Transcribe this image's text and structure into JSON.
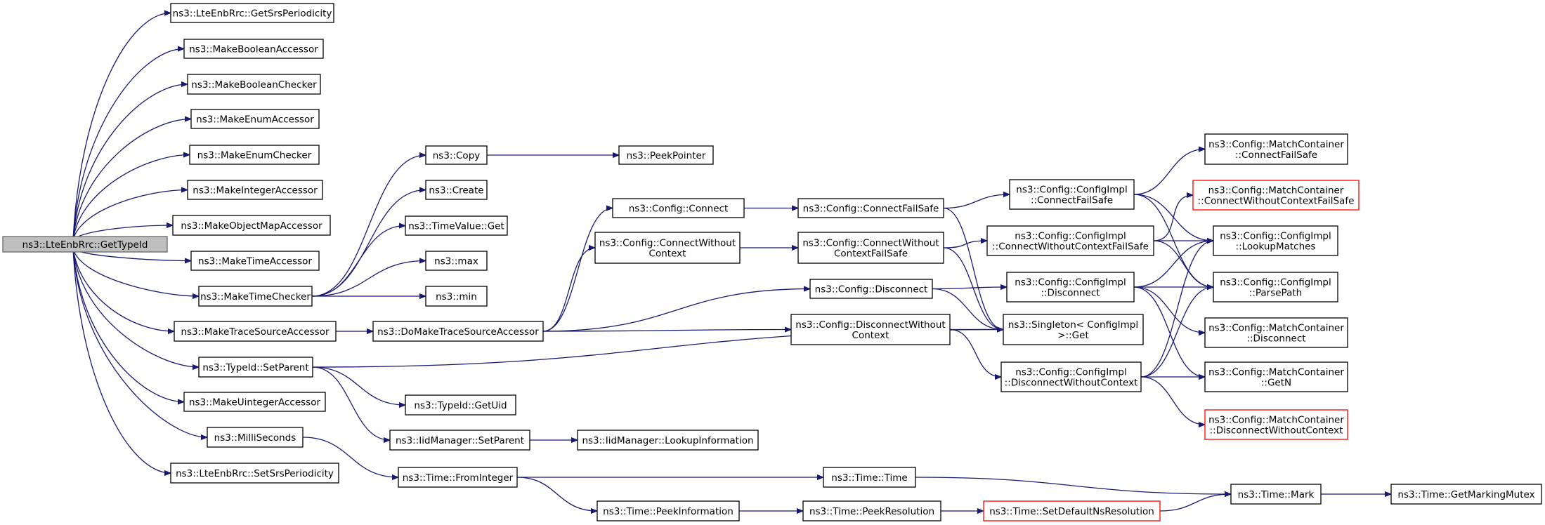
{
  "graph": {
    "root": "n0",
    "nodes": [
      {
        "id": "n0",
        "label": [
          "ns3::LteEnbRrc::GetTypeId"
        ],
        "style": "root"
      },
      {
        "id": "n1",
        "label": [
          "ns3::LteEnbRrc::GetSrsPeriodicity"
        ]
      },
      {
        "id": "n2",
        "label": [
          "ns3::MakeBooleanAccessor"
        ]
      },
      {
        "id": "n3",
        "label": [
          "ns3::MakeBooleanChecker"
        ]
      },
      {
        "id": "n4",
        "label": [
          "ns3::MakeEnumAccessor"
        ]
      },
      {
        "id": "n5",
        "label": [
          "ns3::MakeEnumChecker"
        ]
      },
      {
        "id": "n6",
        "label": [
          "ns3::MakeIntegerAccessor"
        ]
      },
      {
        "id": "n7",
        "label": [
          "ns3::MakeObjectMapAccessor"
        ]
      },
      {
        "id": "n8",
        "label": [
          "ns3::MakeTimeAccessor"
        ]
      },
      {
        "id": "n9",
        "label": [
          "ns3::MakeTimeChecker"
        ]
      },
      {
        "id": "n10",
        "label": [
          "ns3::MakeTraceSourceAccessor"
        ]
      },
      {
        "id": "n11",
        "label": [
          "ns3::TypeId::SetParent"
        ]
      },
      {
        "id": "n12",
        "label": [
          "ns3::MakeUintegerAccessor"
        ]
      },
      {
        "id": "n13",
        "label": [
          "ns3::MilliSeconds"
        ]
      },
      {
        "id": "n14",
        "label": [
          "ns3::LteEnbRrc::SetSrsPeriodicity"
        ]
      },
      {
        "id": "n15",
        "label": [
          "ns3::Copy"
        ]
      },
      {
        "id": "n16",
        "label": [
          "ns3::PeekPointer"
        ]
      },
      {
        "id": "n17",
        "label": [
          "ns3::Create"
        ]
      },
      {
        "id": "n18",
        "label": [
          "ns3::TimeValue::Get"
        ]
      },
      {
        "id": "n19",
        "label": [
          "ns3::max"
        ]
      },
      {
        "id": "n20",
        "label": [
          "ns3::min"
        ]
      },
      {
        "id": "n21",
        "label": [
          "ns3::DoMakeTraceSourceAccessor"
        ]
      },
      {
        "id": "n22",
        "label": [
          "ns3::Config::Connect"
        ]
      },
      {
        "id": "n23",
        "label": [
          "ns3::Config::ConnectWithout",
          "Context"
        ]
      },
      {
        "id": "n24",
        "label": [
          "ns3::Config::Disconnect"
        ]
      },
      {
        "id": "n25",
        "label": [
          "ns3::Config::DisconnectWithout",
          "Context"
        ]
      },
      {
        "id": "n26",
        "label": [
          "ns3::Config::ConnectFailSafe"
        ]
      },
      {
        "id": "n27",
        "label": [
          "ns3::Config::ConnectWithout",
          "ContextFailSafe"
        ]
      },
      {
        "id": "n28",
        "label": [
          "ns3::Singleton< ConfigImpl",
          ">::Get"
        ]
      },
      {
        "id": "n29",
        "label": [
          "ns3::Config::ConfigImpl",
          "::ConnectFailSafe"
        ]
      },
      {
        "id": "n30",
        "label": [
          "ns3::Config::ConfigImpl",
          "::ConnectWithoutContextFailSafe"
        ]
      },
      {
        "id": "n31",
        "label": [
          "ns3::Config::ConfigImpl",
          "::Disconnect"
        ]
      },
      {
        "id": "n32",
        "label": [
          "ns3::Config::ConfigImpl",
          "::DisconnectWithoutContext"
        ]
      },
      {
        "id": "n33",
        "label": [
          "ns3::Config::MatchContainer",
          "::ConnectFailSafe"
        ]
      },
      {
        "id": "n34",
        "label": [
          "ns3::Config::MatchContainer",
          "::ConnectWithoutContextFailSafe"
        ],
        "style": "red"
      },
      {
        "id": "n35",
        "label": [
          "ns3::Config::ConfigImpl",
          "::LookupMatches"
        ]
      },
      {
        "id": "n36",
        "label": [
          "ns3::Config::ConfigImpl",
          "::ParsePath"
        ]
      },
      {
        "id": "n37",
        "label": [
          "ns3::Config::MatchContainer",
          "::Disconnect"
        ]
      },
      {
        "id": "n38",
        "label": [
          "ns3::Config::MatchContainer",
          "::GetN"
        ]
      },
      {
        "id": "n39",
        "label": [
          "ns3::Config::MatchContainer",
          "::DisconnectWithoutContext"
        ],
        "style": "red"
      },
      {
        "id": "n40",
        "label": [
          "ns3::TypeId::GetUid"
        ]
      },
      {
        "id": "n41",
        "label": [
          "ns3::IidManager::SetParent"
        ]
      },
      {
        "id": "n42",
        "label": [
          "ns3::IidManager::LookupInformation"
        ]
      },
      {
        "id": "n43",
        "label": [
          "ns3::Time::FromInteger"
        ]
      },
      {
        "id": "n44",
        "label": [
          "ns3::Time::Time"
        ]
      },
      {
        "id": "n45",
        "label": [
          "ns3::Time::PeekInformation"
        ]
      },
      {
        "id": "n46",
        "label": [
          "ns3::Time::PeekResolution"
        ]
      },
      {
        "id": "n47",
        "label": [
          "ns3::Time::SetDefaultNsResolution"
        ],
        "style": "red"
      },
      {
        "id": "n48",
        "label": [
          "ns3::Time::Mark"
        ]
      },
      {
        "id": "n49",
        "label": [
          "ns3::Time::GetMarkingMutex"
        ]
      }
    ],
    "edges": [
      [
        "n0",
        "n1"
      ],
      [
        "n0",
        "n2"
      ],
      [
        "n0",
        "n3"
      ],
      [
        "n0",
        "n4"
      ],
      [
        "n0",
        "n5"
      ],
      [
        "n0",
        "n6"
      ],
      [
        "n0",
        "n7"
      ],
      [
        "n0",
        "n8"
      ],
      [
        "n0",
        "n9"
      ],
      [
        "n0",
        "n10"
      ],
      [
        "n0",
        "n11"
      ],
      [
        "n0",
        "n12"
      ],
      [
        "n0",
        "n13"
      ],
      [
        "n0",
        "n14"
      ],
      [
        "n9",
        "n15"
      ],
      [
        "n9",
        "n17"
      ],
      [
        "n9",
        "n18"
      ],
      [
        "n9",
        "n19"
      ],
      [
        "n9",
        "n20"
      ],
      [
        "n15",
        "n16"
      ],
      [
        "n10",
        "n21"
      ],
      [
        "n21",
        "n22"
      ],
      [
        "n21",
        "n23"
      ],
      [
        "n21",
        "n24"
      ],
      [
        "n21",
        "n25"
      ],
      [
        "n22",
        "n26"
      ],
      [
        "n23",
        "n27"
      ],
      [
        "n24",
        "n31"
      ],
      [
        "n24",
        "n28"
      ],
      [
        "n25",
        "n28"
      ],
      [
        "n25",
        "n32"
      ],
      [
        "n26",
        "n29"
      ],
      [
        "n26",
        "n28"
      ],
      [
        "n27",
        "n30"
      ],
      [
        "n27",
        "n28"
      ],
      [
        "n29",
        "n33"
      ],
      [
        "n29",
        "n35"
      ],
      [
        "n29",
        "n36"
      ],
      [
        "n30",
        "n34"
      ],
      [
        "n30",
        "n35"
      ],
      [
        "n30",
        "n36"
      ],
      [
        "n31",
        "n35"
      ],
      [
        "n31",
        "n36"
      ],
      [
        "n31",
        "n37"
      ],
      [
        "n31",
        "n38"
      ],
      [
        "n32",
        "n35"
      ],
      [
        "n32",
        "n36"
      ],
      [
        "n32",
        "n38"
      ],
      [
        "n32",
        "n39"
      ],
      [
        "n11",
        "n28"
      ],
      [
        "n11",
        "n40"
      ],
      [
        "n11",
        "n41"
      ],
      [
        "n41",
        "n42"
      ],
      [
        "n13",
        "n43"
      ],
      [
        "n43",
        "n44"
      ],
      [
        "n43",
        "n45"
      ],
      [
        "n44",
        "n48"
      ],
      [
        "n45",
        "n46"
      ],
      [
        "n46",
        "n47"
      ],
      [
        "n47",
        "n48"
      ],
      [
        "n48",
        "n49"
      ]
    ]
  }
}
